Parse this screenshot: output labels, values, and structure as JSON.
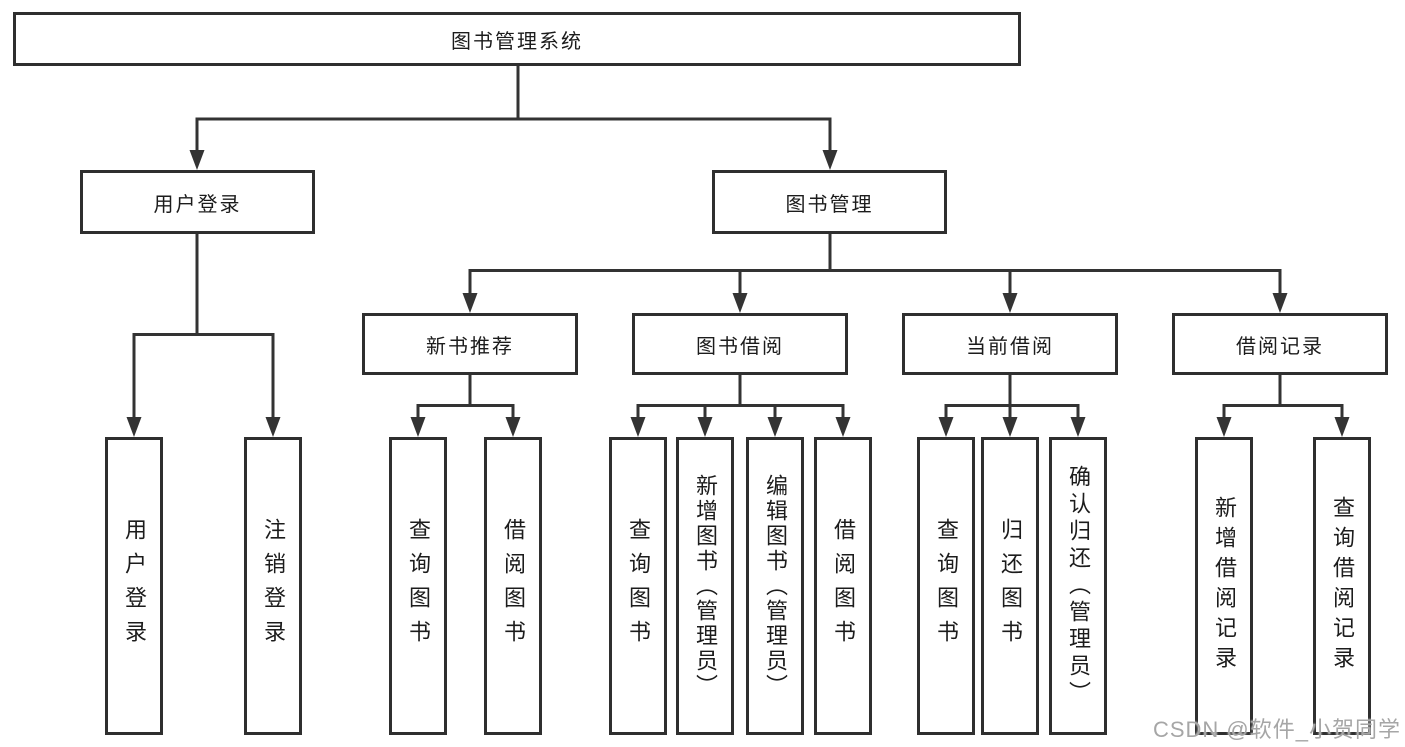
{
  "nodes": {
    "root": "图书管理系统",
    "user_login": "用户登录",
    "book_mgmt": "图书管理",
    "new_book": "新书推荐",
    "book_borrow": "图书借阅",
    "current_borrow": "当前借阅",
    "borrow_record": "借阅记录",
    "login": "用户登录",
    "logout": "注销登录",
    "nb_query": "查询图书",
    "nb_borrow": "借阅图书",
    "bb_query": "查询图书",
    "bb_add": "新增图书（管理员）",
    "bb_edit": "编辑图书（管理员）",
    "bb_borrow": "借阅图书",
    "cb_query": "查询图书",
    "cb_return": "归还图书",
    "cb_confirm": "确认归还（管理员）",
    "br_add": "新增借阅记录",
    "br_query": "查询借阅记录"
  },
  "watermark": "CSDN @软件_小贺同学",
  "colors": {
    "line": "#333333",
    "box_border": "#2f2f2f",
    "background": "#ffffff",
    "watermark": "#a6a6a6"
  }
}
